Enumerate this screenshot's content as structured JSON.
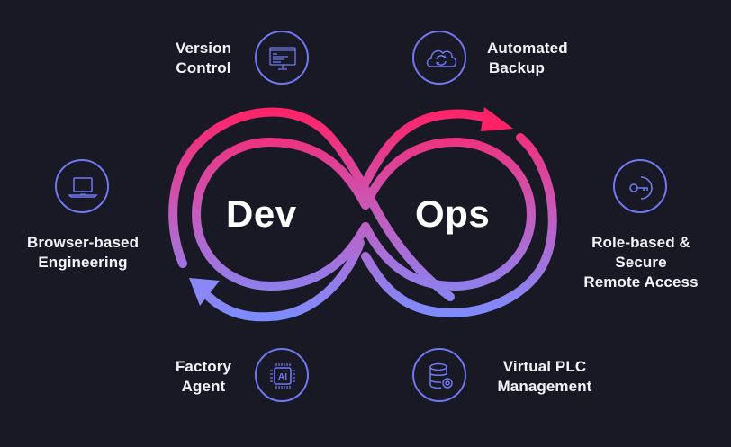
{
  "diagram": {
    "center_left": "Dev",
    "center_right": "Ops",
    "colors": {
      "background": "#191925",
      "gradient_top": "#ff2a6d",
      "gradient_mid": "#c25ab8",
      "gradient_bottom": "#7a8cff",
      "icon_stroke": "#6f78f0",
      "text": "#f4f4f8"
    },
    "features": [
      {
        "id": "version-control",
        "icon": "monitor-code-icon",
        "lines": [
          "Version",
          "Control"
        ]
      },
      {
        "id": "automated-backup",
        "icon": "cloud-sync-icon",
        "lines": [
          "Automated",
          "Backup"
        ]
      },
      {
        "id": "browser-based-engineering",
        "icon": "laptop-icon",
        "lines": [
          "Browser-based",
          "Engineering"
        ]
      },
      {
        "id": "role-based-remote-access",
        "icon": "key-icon",
        "lines": [
          "Role-based &",
          "Secure",
          "Remote Access"
        ]
      },
      {
        "id": "factory-agent",
        "icon": "ai-chip-icon",
        "lines": [
          "Factory",
          "Agent"
        ]
      },
      {
        "id": "virtual-plc-management",
        "icon": "database-gear-icon",
        "lines": [
          "Virtual PLC",
          "Management"
        ]
      }
    ]
  }
}
